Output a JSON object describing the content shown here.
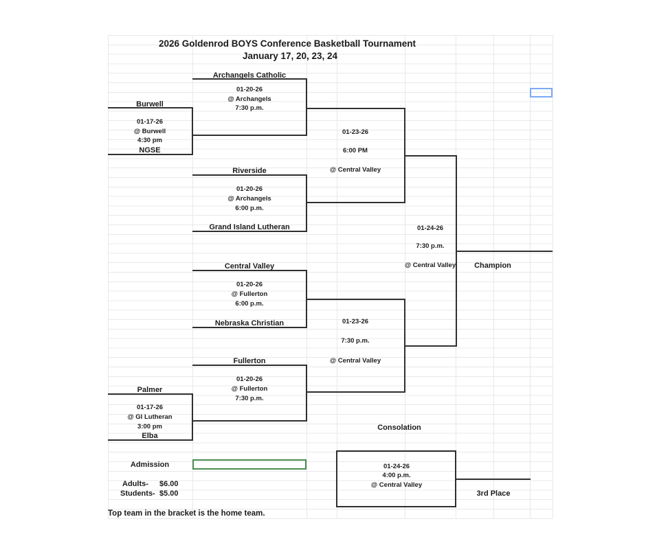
{
  "sheet": {
    "title": "2026 Goldenrod BOYS Conference Basketball Tournament",
    "subtitle": "January 17, 20, 23, 24",
    "footnote": "Top team in the bracket is the home team."
  },
  "bracket": {
    "play_in_games": [
      {
        "top_team": "Burwell",
        "date": "01-17-26",
        "location": "@ Burwell",
        "time": "4:30 pm",
        "bottom_team": "NGSE"
      },
      {
        "top_team": "Palmer",
        "date": "01-17-26",
        "location": "@ GI Lutheran",
        "time": "3:00 pm",
        "bottom_team": "Elba"
      }
    ],
    "quarterfinals": [
      {
        "top_team": "Archangels Catholic",
        "date": "01-20-26",
        "location": "@ Archangels",
        "time": "7:30 p.m."
      },
      {
        "top_team": "Riverside",
        "date": "01-20-26",
        "location": "@ Archangels",
        "time": "6:00 p.m.",
        "bottom_team": "Grand Island Lutheran"
      },
      {
        "top_team": "Central Valley",
        "date": "01-20-26",
        "location": "@ Fullerton",
        "time": "6:00 p.m.",
        "bottom_team": "Nebraska Christian"
      },
      {
        "top_team": "Fullerton",
        "date": "01-20-26",
        "location": "@ Fullerton",
        "time": "7:30 p.m."
      }
    ],
    "semifinals": [
      {
        "date": "01-23-26",
        "time": "6:00 PM",
        "location": "@ Central Valley"
      },
      {
        "date": "01-23-26",
        "time": "7:30 p.m.",
        "location": "@ Central Valley"
      }
    ],
    "championship": {
      "date": "01-24-26",
      "time": "7:30 p.m.",
      "location": "@ Central Valley",
      "winner_label": "Champion"
    },
    "consolation": {
      "heading": "Consolation",
      "date": "01-24-26",
      "time": "4:00 p.m.",
      "location": "@ Central Valley",
      "winner_label": "3rd Place"
    }
  },
  "admission": {
    "heading": "Admission",
    "rows": [
      {
        "label": "Adults-",
        "price": "$6.00"
      },
      {
        "label": "Students-",
        "price": "$5.00"
      }
    ]
  },
  "colors": {
    "background": "#ffffff",
    "grid_line": "#e7e8ea",
    "bracket_line": "#2f2f2f",
    "text": "#1b1b1b",
    "selection_green": "#4a8b50",
    "selection_blue": "#7baaf7"
  }
}
